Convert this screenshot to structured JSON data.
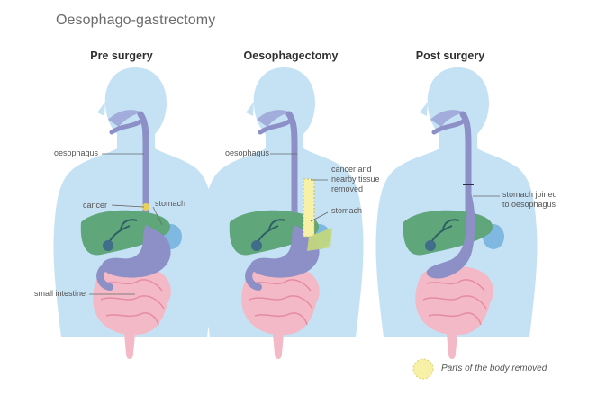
{
  "title": "Oesophago-gastrectomy",
  "panels": [
    {
      "heading": "Pre surgery",
      "labels": {
        "oesophagus": "oesophagus",
        "cancer": "cancer",
        "stomach": "stomach",
        "small_intestine": "small intestine"
      }
    },
    {
      "heading": "Oesophagectomy",
      "labels": {
        "oesophagus": "oesophagus",
        "removed": "cancer and nearby tissue removed",
        "removed_lines": [
          "cancer and",
          "nearby tissue",
          "removed"
        ],
        "stomach": "stomach"
      }
    },
    {
      "heading": "Post surgery",
      "labels": {
        "joined": "stomach joined to oesophagus",
        "joined_lines": [
          "stomach joined",
          "to oesophagus"
        ]
      }
    }
  ],
  "legend": {
    "label": "Parts of the body removed",
    "icon": "dashed-yellow-circle-icon"
  },
  "colors": {
    "body": "#c5e2f5",
    "oesophagus": "#8d8fc7",
    "liver": "#5fa67a",
    "intestine": "#f4b9c6",
    "removed": "#f7f1a8",
    "text": "#555555"
  }
}
